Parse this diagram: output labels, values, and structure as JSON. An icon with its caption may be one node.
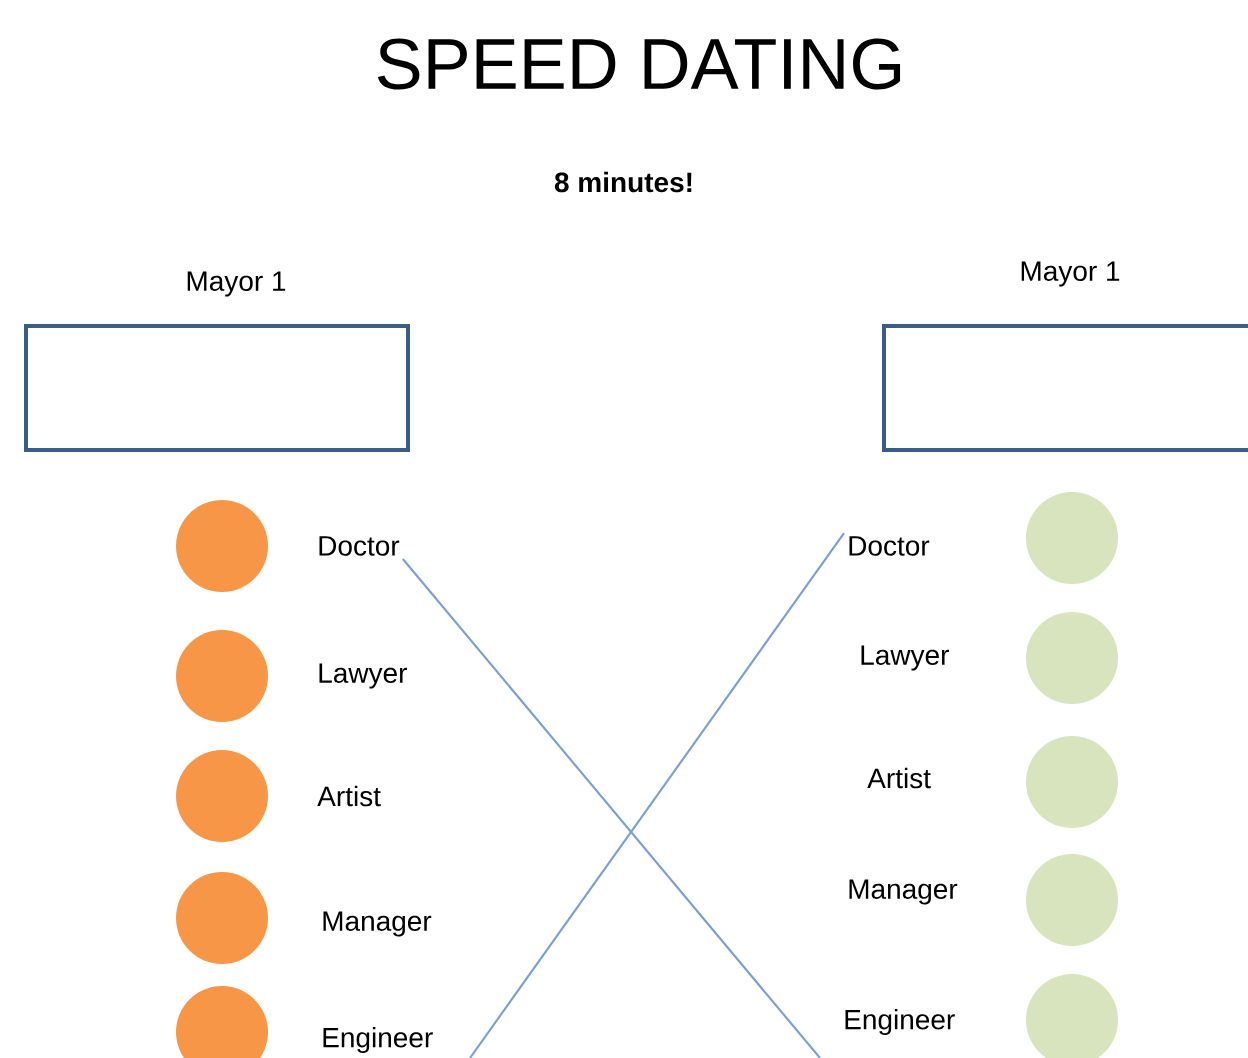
{
  "diagram": {
    "title": "SPEED DATING",
    "nodes": [
      {
        "text": [
          "Mayor 1"
        ]
      },
      {
        "text": [
          "Mayor 1"
        ]
      },
      {
        "text": [],
        "shape": "circle",
        "beside": [
          "Doctor"
        ]
      },
      {
        "text": [],
        "shape": "circle",
        "beside": [
          "Lawyer"
        ]
      },
      {
        "text": [],
        "shape": "circle",
        "beside": [
          "Artist"
        ]
      },
      {
        "text": [],
        "shape": "circle",
        "beside": [
          "Manager"
        ]
      },
      {
        "text": [],
        "shape": "circle",
        "beside": [
          "Engineer"
        ]
      },
      {
        "text": [],
        "shape": "circle",
        "beside": [
          "Doctor"
        ]
      },
      {
        "text": [],
        "shape": "circle",
        "beside": [
          "Lawyer"
        ]
      },
      {
        "text": [],
        "shape": "circle",
        "beside": [
          "Artist"
        ]
      },
      {
        "text": [],
        "shape": "circle",
        "beside": [
          "Manager"
        ]
      },
      {
        "text": [],
        "shape": "circle",
        "beside": [
          "Engineer"
        ]
      }
    ],
    "edges": [
      {
        "from": 2,
        "to": null,
        "arrow": "none"
      },
      {
        "from": 7,
        "to": null,
        "arrow": "none"
      }
    ],
    "labels": [
      "8 minutes!"
    ]
  }
}
